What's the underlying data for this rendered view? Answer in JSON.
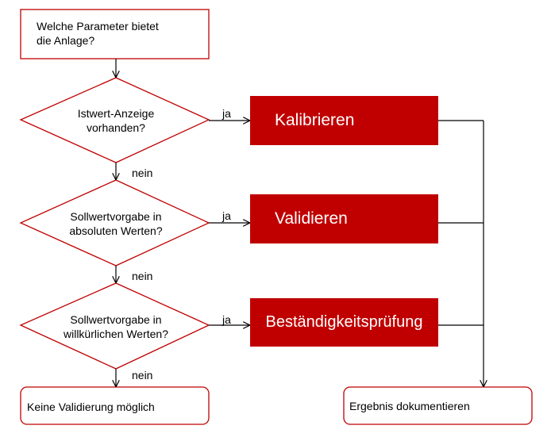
{
  "colors": {
    "accent_fill": "#c00000",
    "outline_red": "#c00000",
    "line": "#000000"
  },
  "start": {
    "text_line1": "Welche Parameter bietet",
    "text_line2": "die Anlage?"
  },
  "decisions": [
    {
      "line1": "Istwert-Anzeige",
      "line2": "vorhanden?"
    },
    {
      "line1": "Sollwertvorgabe in",
      "line2": "absoluten Werten?"
    },
    {
      "line1": "Sollwertvorgabe in",
      "line2": "willkürlichen Werten?"
    }
  ],
  "actions": [
    {
      "label": "Kalibrieren"
    },
    {
      "label": "Validieren"
    },
    {
      "label": "Beständigkeitsprüfung"
    }
  ],
  "branch_labels": {
    "yes": [
      "ja",
      "ja",
      "ja"
    ],
    "no": [
      "nein",
      "nein",
      "nein"
    ]
  },
  "end_left": {
    "label": "Keine Validierung möglich"
  },
  "end_right": {
    "label": "Ergebnis dokumentieren"
  }
}
